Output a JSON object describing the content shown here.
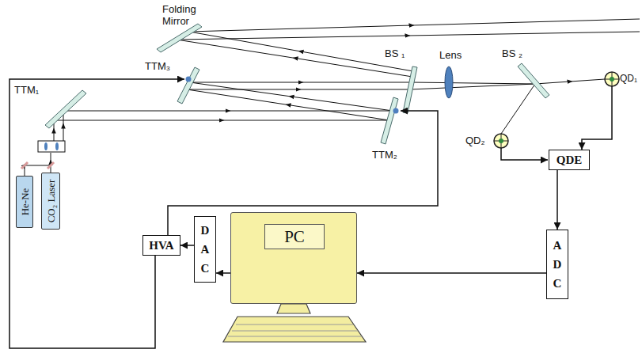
{
  "diagram": {
    "nodes": [
      {
        "text": [
          "QDE"
        ]
      },
      {
        "text": [
          "ADC"
        ]
      },
      {
        "text": [
          "PC"
        ]
      },
      {
        "text": [
          "DAC"
        ]
      },
      {
        "text": [
          "HVA"
        ]
      },
      {
        "text": [
          "He-Ne"
        ]
      },
      {
        "text": [
          "CO₂ Laser"
        ]
      }
    ],
    "edges": [
      {
        "from": 0,
        "to": 1,
        "arrow": "to"
      },
      {
        "from": 1,
        "to": 2,
        "arrow": "to"
      },
      {
        "from": 2,
        "to": 3,
        "arrow": "to"
      },
      {
        "from": 3,
        "to": 4,
        "arrow": "to"
      }
    ],
    "labels": [
      "Folding Mirror",
      "TTM₃",
      "TTM₁",
      "TTM₂",
      "BS ₁",
      "Lens",
      "BS ₂",
      "QD₁",
      "QD₂"
    ]
  }
}
